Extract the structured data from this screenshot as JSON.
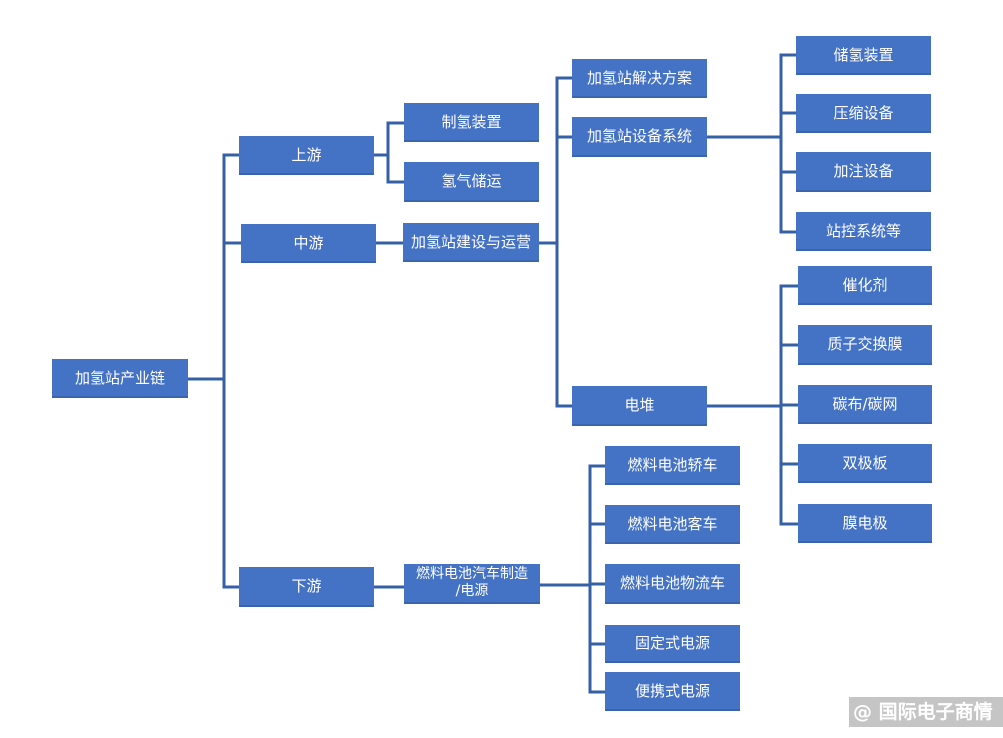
{
  "root": "加氢站产业链",
  "stages": {
    "upstream": "上游",
    "midstream": "中游",
    "downstream": "下游"
  },
  "upstream_items": [
    "制氢装置",
    "氢气储运"
  ],
  "midstream_item": "加氢站建设与运营",
  "midstream_children": {
    "solution": "加氢站解决方案",
    "equipment": "加氢站设备系统",
    "stack": "电堆"
  },
  "equipment_items": [
    "储氢装置",
    "压缩设备",
    "加注设备",
    "站控系统等"
  ],
  "stack_items": [
    "催化剂",
    "质子交换膜",
    "碳布/碳网",
    "双极板",
    "膜电极"
  ],
  "downstream_item": {
    "line1": "燃料电池汽车制造",
    "line2": "/电源"
  },
  "downstream_items": [
    "燃料电池轿车",
    "燃料电池客车",
    "燃料电池物流车",
    "固定式电源",
    "便携式电源"
  ],
  "watermark": "@ 国际电子商情",
  "colors": {
    "node_fill": "#4472c4",
    "connector": "#3560a6",
    "node_text": "#ffffff"
  }
}
